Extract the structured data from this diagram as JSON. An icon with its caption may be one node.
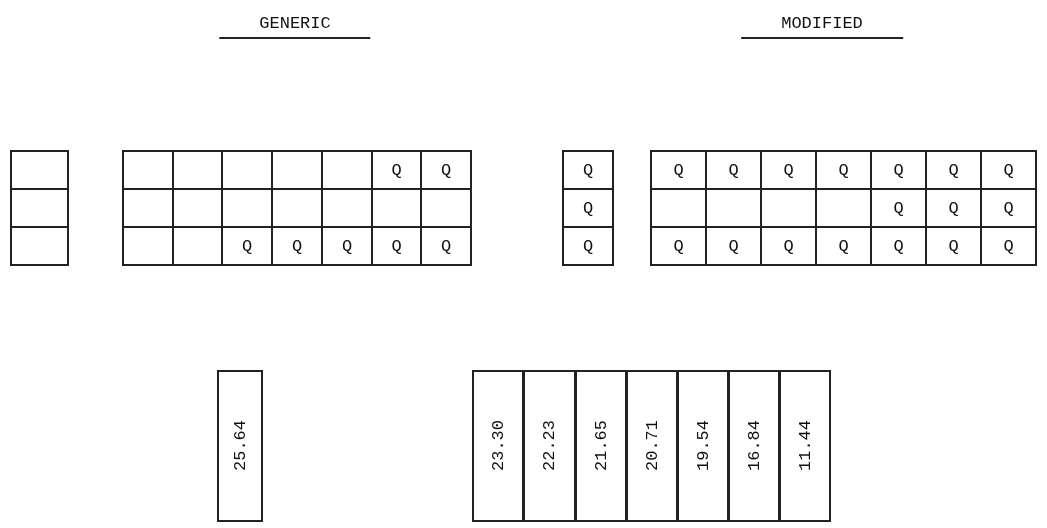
{
  "diagram": {
    "labels": [
      "GENERIC",
      "MODIFIED",
      "Q",
      "Q",
      "Q",
      "Q",
      "Q",
      "Q",
      "Q",
      "Q",
      "Q",
      "Q",
      "Q",
      "Q",
      "Q",
      "Q",
      "Q",
      "Q",
      "Q",
      "Q",
      "Q",
      "Q",
      "Q",
      "Q",
      "Q",
      "Q",
      "Q",
      "Q",
      "Q",
      "25.64",
      "23.30",
      "22.23",
      "21.65",
      "20.71",
      "19.54",
      "16.84",
      "11.44"
    ]
  }
}
